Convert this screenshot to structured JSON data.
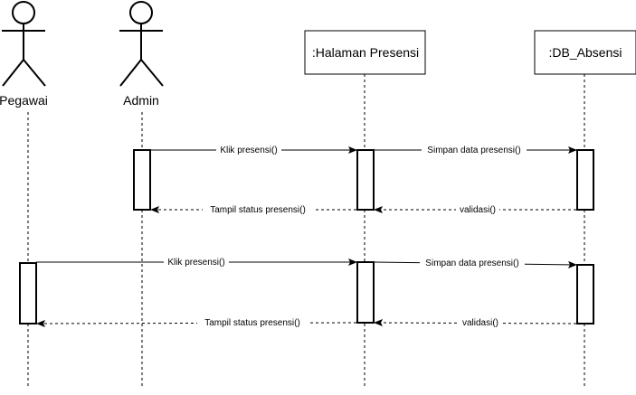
{
  "participants": {
    "pegawai": {
      "label": "Pegawai",
      "kind": "actor"
    },
    "admin": {
      "label": "Admin",
      "kind": "actor"
    },
    "halaman": {
      "label": ":Halaman Presensi",
      "kind": "object"
    },
    "db": {
      "label": ":DB_Absensi",
      "kind": "object"
    }
  },
  "messages": {
    "m1": {
      "label": "Klik presensi()",
      "from": "admin",
      "to": "halaman",
      "style": "solid"
    },
    "m2": {
      "label": "Simpan data presensi()",
      "from": "halaman",
      "to": "db",
      "style": "solid"
    },
    "m3": {
      "label": "Tampil status presensi()",
      "from": "halaman",
      "to": "admin",
      "style": "dashed"
    },
    "m4": {
      "label": "validasi()",
      "from": "db",
      "to": "halaman",
      "style": "dashed"
    },
    "m5": {
      "label": "Klik presensi()",
      "from": "pegawai",
      "to": "halaman",
      "style": "solid"
    },
    "m6": {
      "label": "Simpan data presensi()",
      "from": "halaman",
      "to": "db",
      "style": "solid"
    },
    "m7": {
      "label": "Tampil status presensi()",
      "from": "halaman",
      "to": "pegawai",
      "style": "dashed"
    },
    "m8": {
      "label": "validasi()",
      "from": "db",
      "to": "halaman",
      "style": "dashed"
    }
  }
}
